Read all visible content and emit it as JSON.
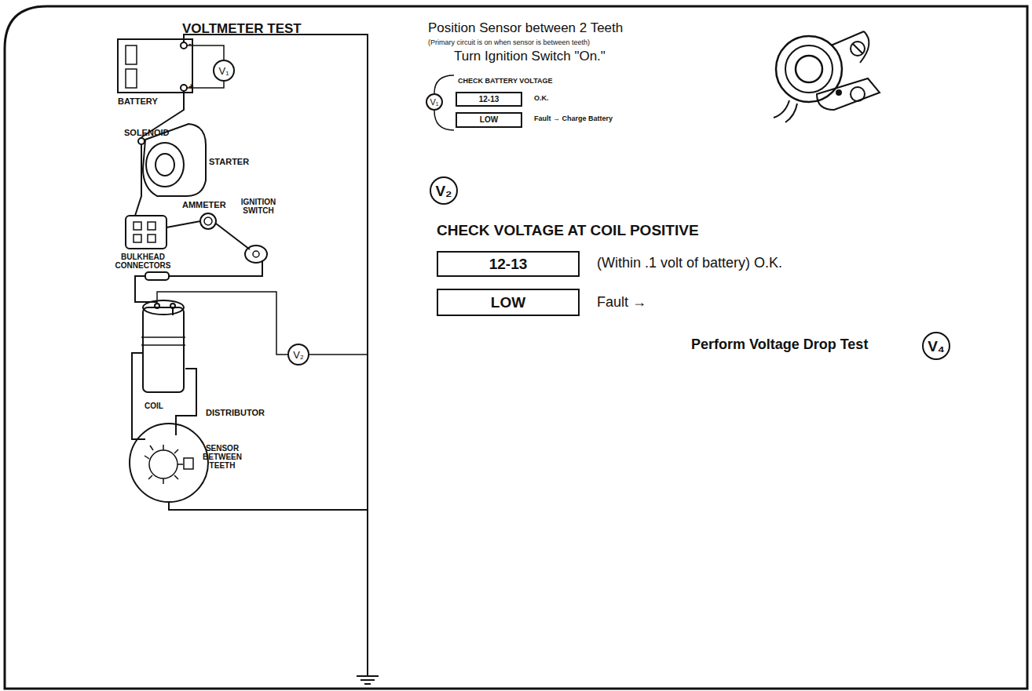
{
  "diagram": {
    "title": "VOLTMETER TEST",
    "nodes": [
      {
        "text": [
          "V₁"
        ]
      },
      {
        "text": [
          "V₂"
        ]
      },
      {
        "text": [
          "V₁"
        ]
      },
      {
        "text": [
          "12-13"
        ]
      },
      {
        "text": [
          "LOW"
        ]
      },
      {
        "text": [
          "V₂"
        ]
      },
      {
        "text": [
          "12-13"
        ]
      },
      {
        "text": [
          "LOW"
        ]
      },
      {
        "text": [
          "V₄"
        ]
      }
    ],
    "labels": [
      "-",
      "+",
      "BATTERY",
      "SOLENOID",
      "STARTER",
      "AMMETER",
      "IGNITION SWITCH",
      "BULKHEAD CONNECTORS",
      "COIL",
      "DISTRIBUTOR",
      "SENSOR BETWEEN TEETH",
      "Position Sensor between 2 Teeth",
      "(Primary circuit is on when sensor is between teeth)",
      "Turn Ignition Switch \"On.\"",
      "CHECK BATTERY VOLTAGE",
      "O.K.",
      "Fault → Charge Battery",
      "CHECK VOLTAGE AT COIL POSITIVE",
      "(Within .1 volt of battery) O.K.",
      "Fault →",
      "Perform Voltage Drop Test"
    ]
  }
}
